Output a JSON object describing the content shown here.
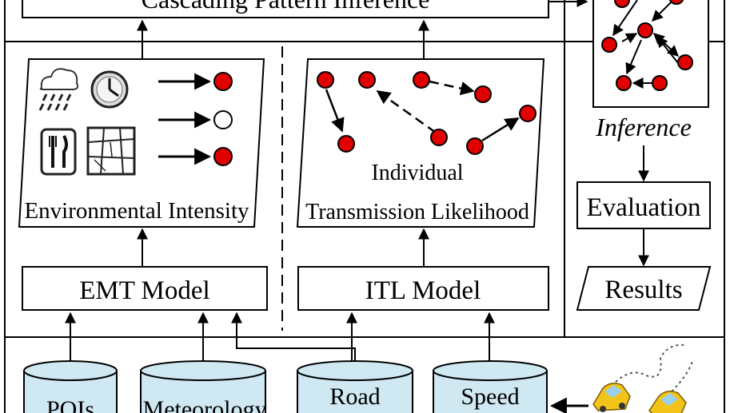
{
  "top_box": {
    "label": "Cascading Pattern Inference"
  },
  "environment_panel": {
    "label": "Environmental Intensity"
  },
  "transmission_panel": {
    "label_line1": "Individual",
    "label_line2": "Transmission Likelihood"
  },
  "models": {
    "emt": "EMT Model",
    "itl": "ITL Model"
  },
  "right_column": {
    "inference": "Inference",
    "evaluation": "Evaluation",
    "results": "Results"
  },
  "data_sources": [
    {
      "label": "POIs"
    },
    {
      "label": "Meteorology"
    },
    {
      "label": "Road"
    },
    {
      "label": "Speed"
    }
  ],
  "colors": {
    "node_red": "#e00000",
    "db_fill": "#cfe8f2",
    "line": "#000000"
  }
}
